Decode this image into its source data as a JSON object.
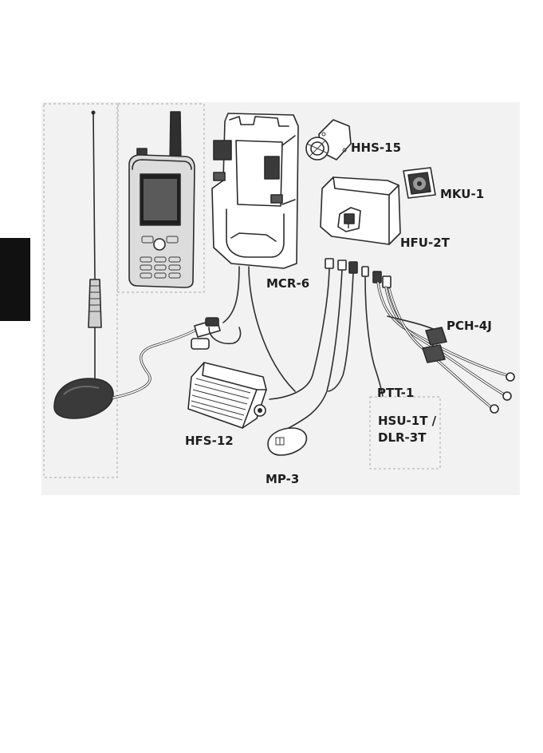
{
  "labels": {
    "hhs15": "HHS-15",
    "mku1": "MKU-1",
    "hfu2t": "HFU-2T",
    "mcr6": "MCR-6",
    "pch4j": "PCH-4J",
    "ptt1": "PTT-1",
    "hsu1t_line1": "HSU-1T /",
    "hsu1t_line2": "DLR-3T",
    "hfs12": "HFS-12",
    "mp3": "MP-3"
  },
  "colors": {
    "background": "#ffffff",
    "panel": "#f2f2f2",
    "ink": "#2a2a2a",
    "side_tab": "#111111",
    "dashed_frame": "#a8a8a8"
  }
}
